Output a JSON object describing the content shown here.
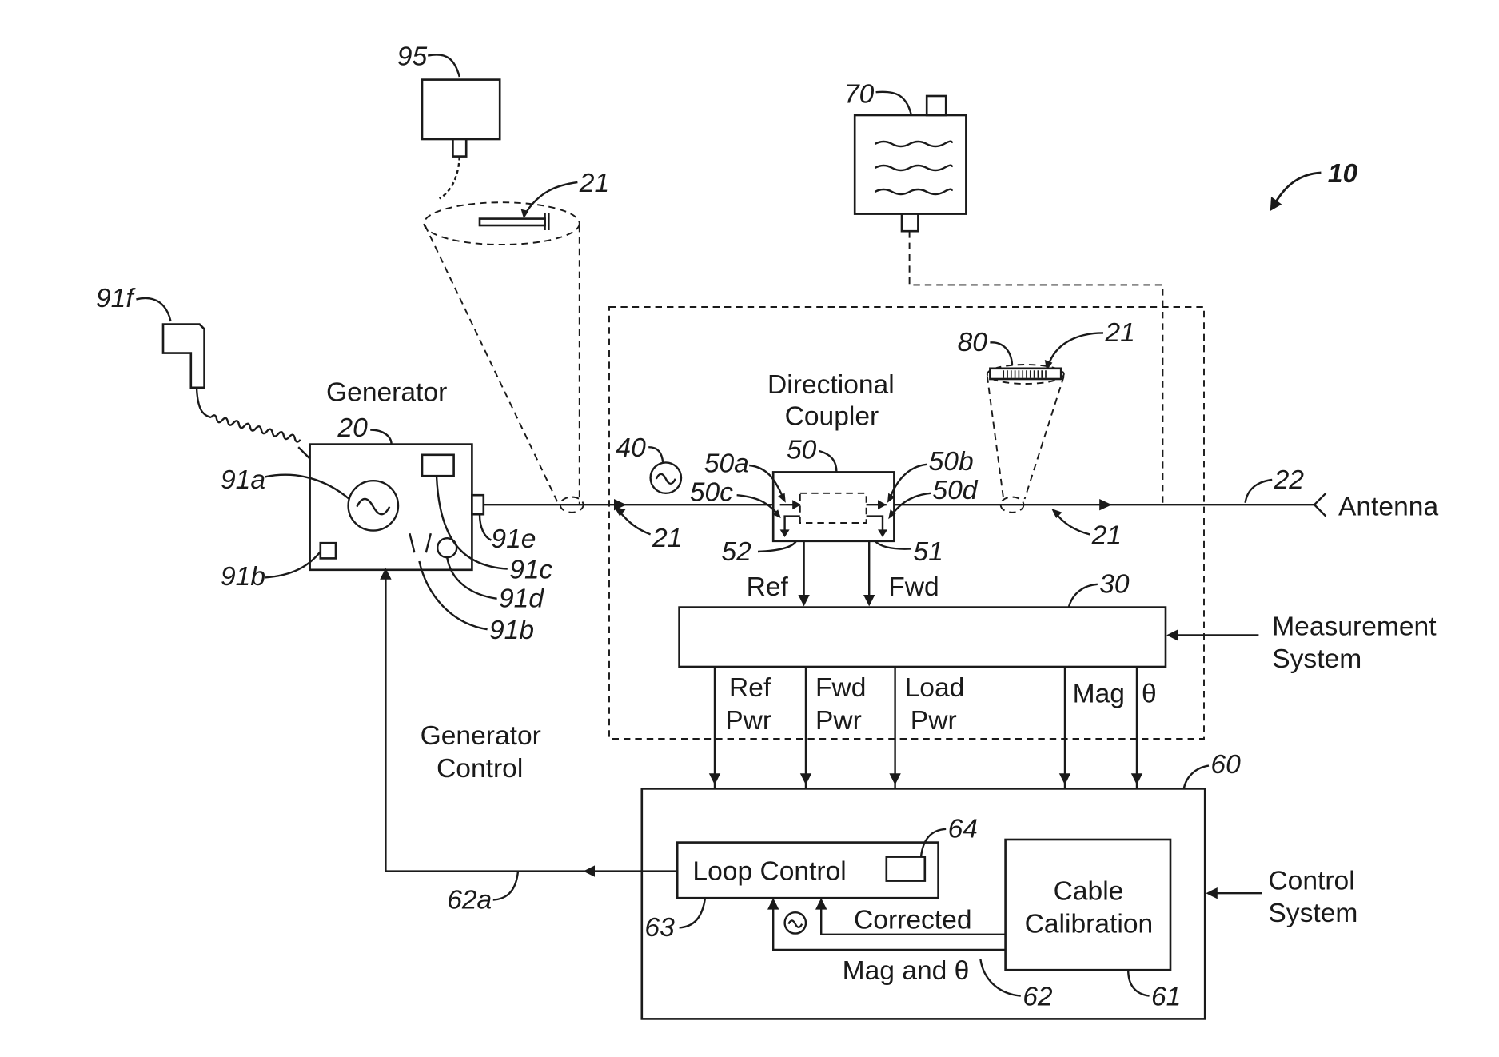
{
  "figure_number": "10",
  "labels": {
    "generator": "Generator",
    "directional_coupler": [
      "Directional",
      "Coupler"
    ],
    "antenna": "Antenna",
    "ref": "Ref",
    "fwd": "Fwd",
    "measurement_system": [
      "Measurement",
      "System"
    ],
    "ref_pwr": [
      "Ref",
      "Pwr"
    ],
    "fwd_pwr": [
      "Fwd",
      "Pwr"
    ],
    "load_pwr": [
      "Load",
      "Pwr"
    ],
    "mag": "Mag",
    "theta": "θ",
    "generator_control": [
      "Generator",
      "Control"
    ],
    "loop_control": "Loop Control",
    "cable_calibration": [
      "Cable",
      "Calibration"
    ],
    "corrected": "Corrected",
    "mag_and_theta": "Mag and θ",
    "control_system": [
      "Control",
      "System"
    ]
  },
  "refs": {
    "r10": "10",
    "r20": "20",
    "r21_top": "21",
    "r21_mid": "21",
    "r21_right_top": "21",
    "r21_right_bottom": "21",
    "r22": "22",
    "r30": "30",
    "r40": "40",
    "r50": "50",
    "r50a": "50a",
    "r50b": "50b",
    "r50c": "50c",
    "r50d": "50d",
    "r51": "51",
    "r52": "52",
    "r60": "60",
    "r61": "61",
    "r62": "62",
    "r62a": "62a",
    "r63": "63",
    "r64": "64",
    "r70": "70",
    "r80": "80",
    "r91a": "91a",
    "r91b_left": "91b",
    "r91b_bottom": "91b",
    "r91c": "91c",
    "r91d": "91d",
    "r91e": "91e",
    "r91f": "91f",
    "r95": "95"
  }
}
